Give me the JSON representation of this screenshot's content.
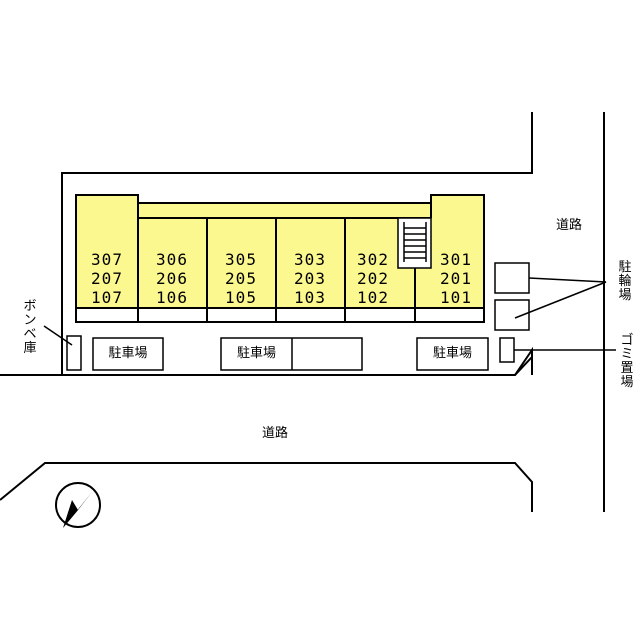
{
  "units": [
    {
      "id": "307",
      "rooms": [
        "307",
        "207",
        "107"
      ]
    },
    {
      "id": "306",
      "rooms": [
        "306",
        "206",
        "106"
      ]
    },
    {
      "id": "305",
      "rooms": [
        "305",
        "205",
        "105"
      ]
    },
    {
      "id": "303",
      "rooms": [
        "303",
        "203",
        "103"
      ]
    },
    {
      "id": "302",
      "rooms": [
        "302",
        "202",
        "102"
      ]
    },
    {
      "id": "301",
      "rooms": [
        "301",
        "201",
        "101"
      ]
    }
  ],
  "labels": {
    "road_right": "道路",
    "road_bottom": "道路",
    "bicycle_parking": "駐輪場",
    "gas_storage": "ボンベ庫",
    "garbage": "ゴミ置場",
    "parking_left": "駐車場",
    "parking_center": "駐車場",
    "parking_right": "駐車場"
  },
  "colors": {
    "building_fill": "#fbf88f",
    "line": "#000000"
  },
  "icons": {
    "north_arrow": "compass-arrow-icon"
  }
}
